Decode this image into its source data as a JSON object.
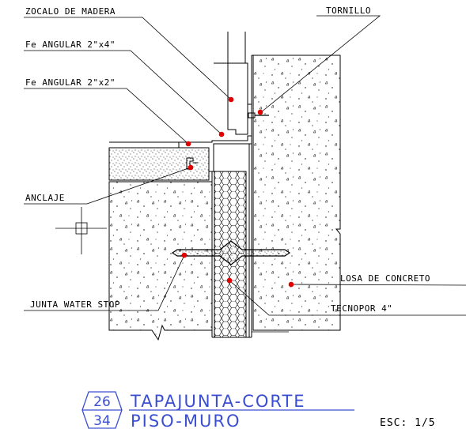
{
  "labels": {
    "zocalo": "ZOCALO DE MADERA",
    "tornillo": "TORNILLO",
    "angular_2x4": "Fe ANGULAR 2\"x4\"",
    "angular_2x2": "Fe ANGULAR 2\"x2\"",
    "anclaje": "ANCLAJE",
    "losa": "LOSA DE CONCRETO",
    "junta": "JUNTA WATER STOP",
    "tecnopor": "TECNOPOR 4\""
  },
  "title_block": {
    "number_top": "26",
    "number_bottom": "34",
    "title_line1": "TAPAJUNTA-CORTE",
    "title_line2": "PISO-MURO",
    "scale": "ESC: 1/5"
  },
  "colors": {
    "line": "#000000",
    "marker": "#e00000",
    "title": "#3a4ed0"
  }
}
